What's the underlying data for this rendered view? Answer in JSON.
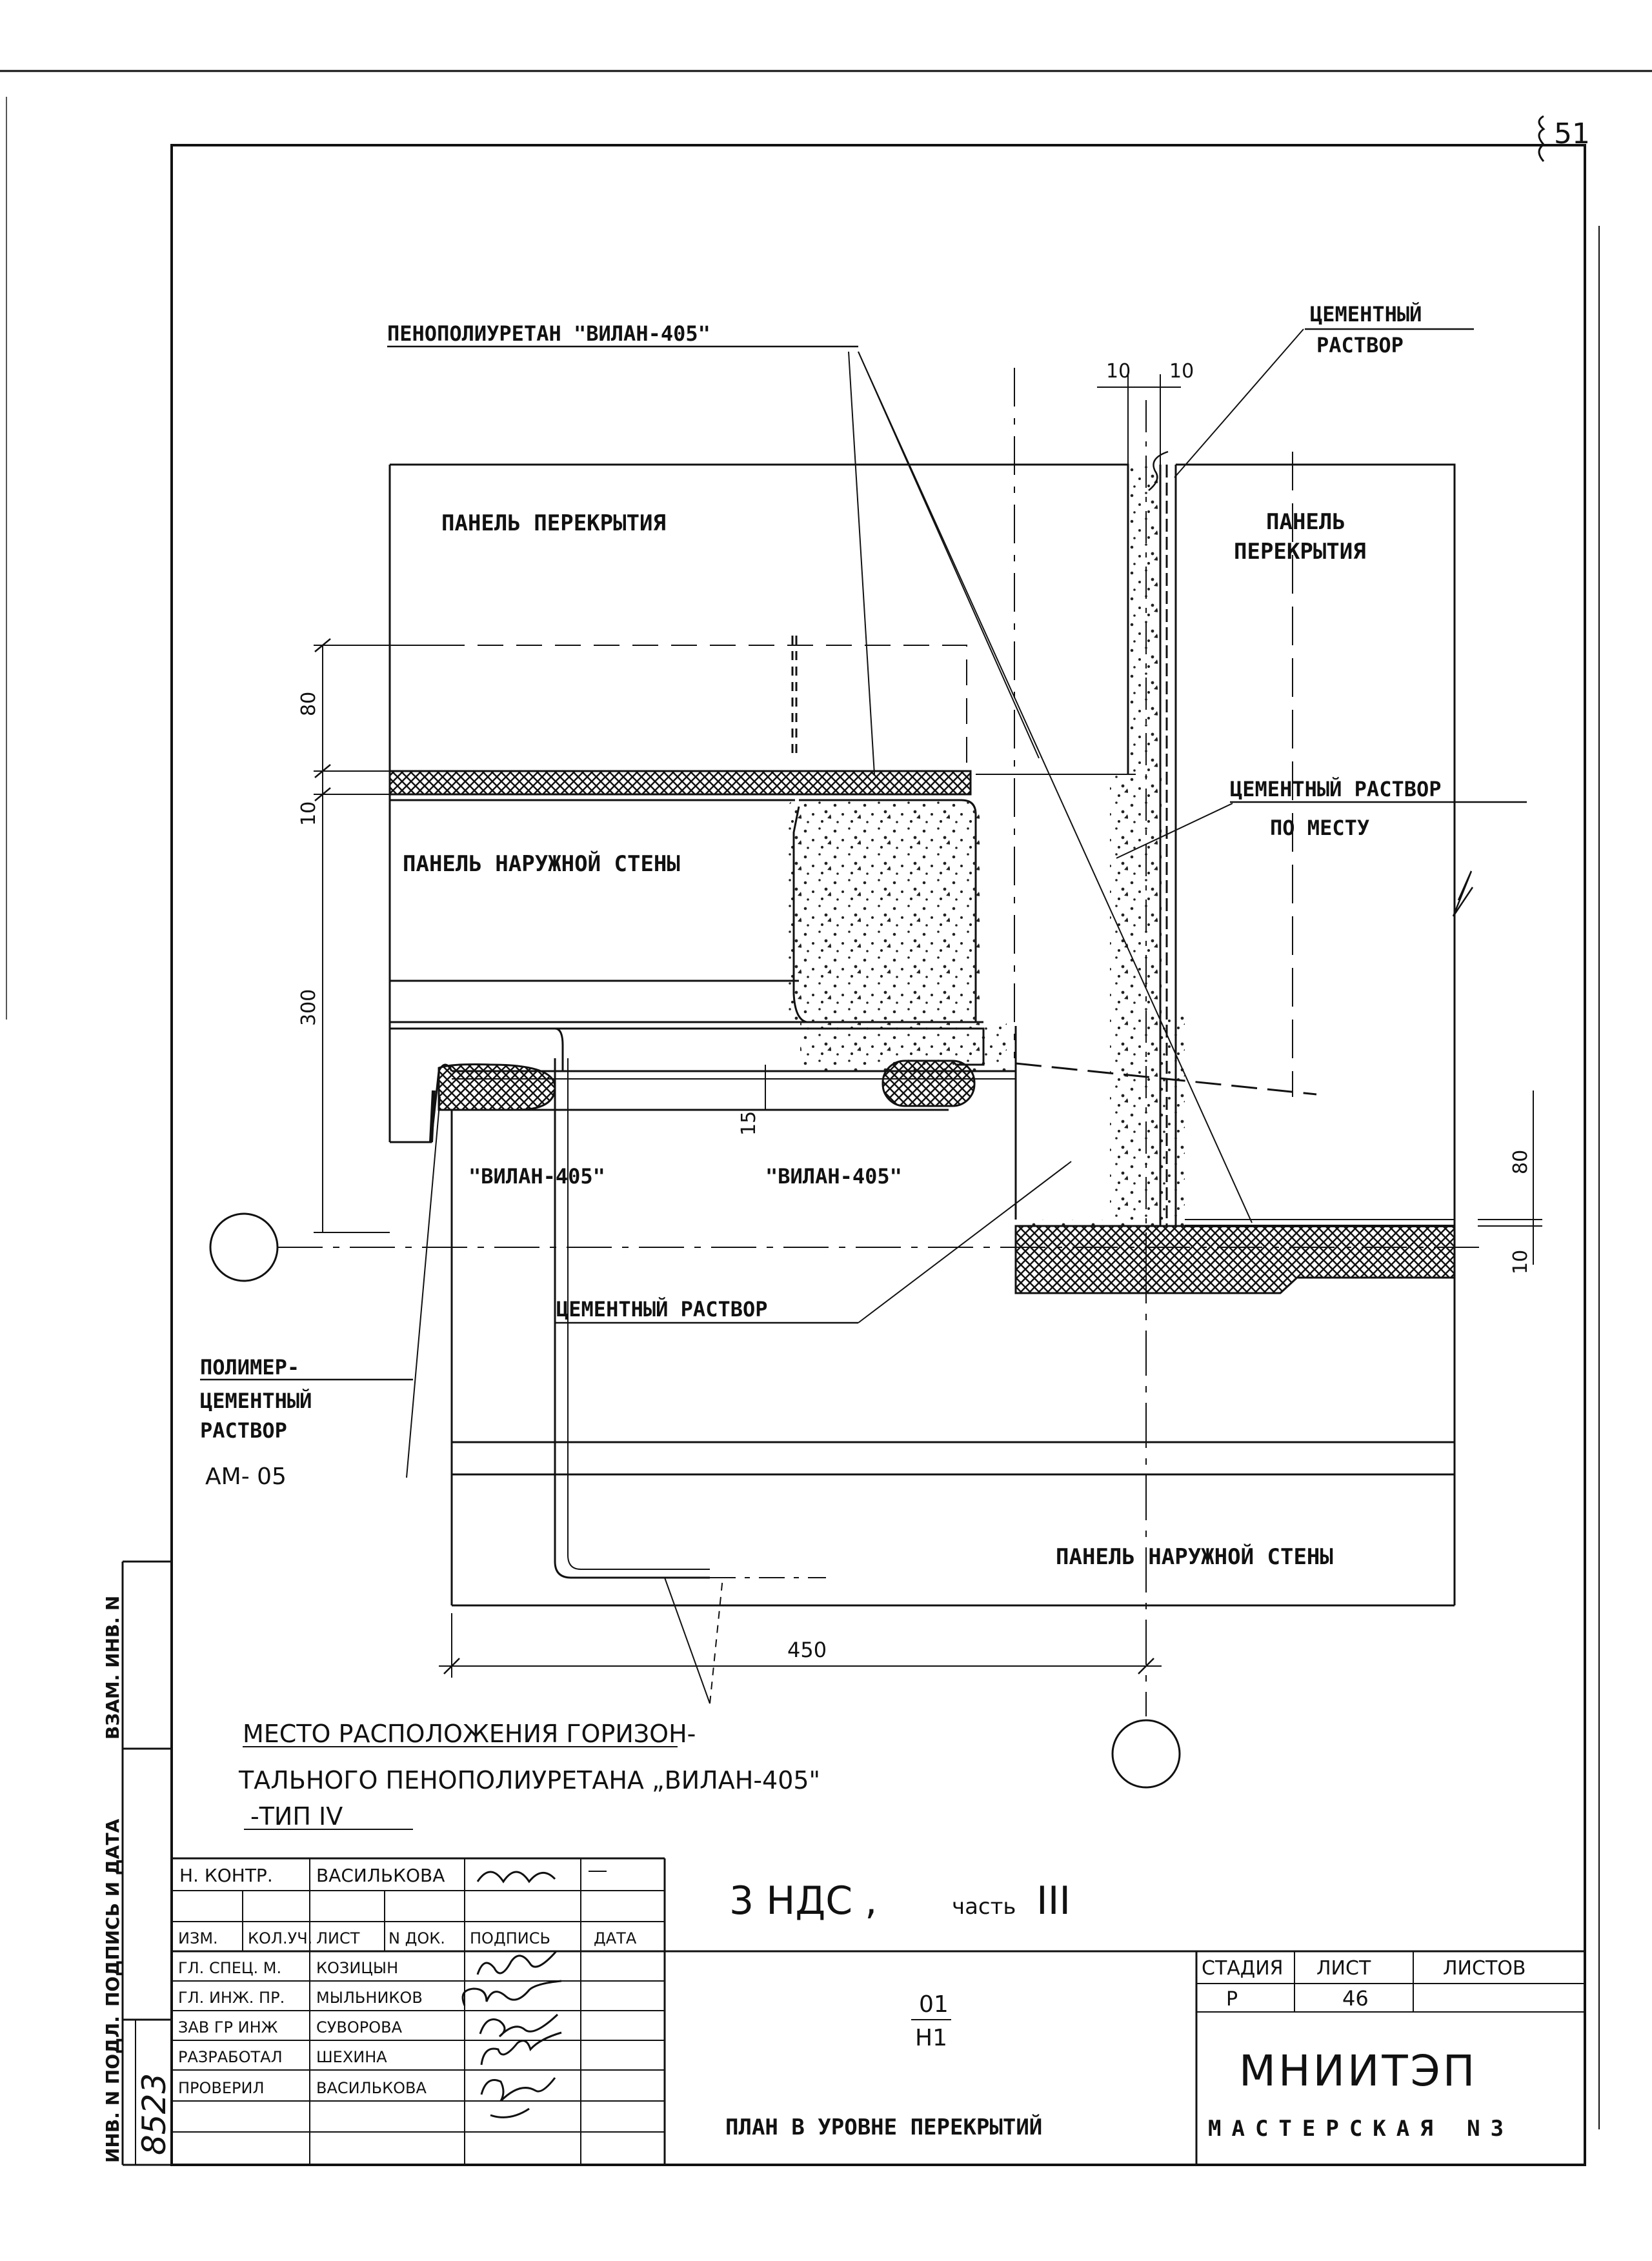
{
  "sheet_number": "51",
  "labels": {
    "foam_top": "ПЕНОПОЛИУРЕТАН \"ВИЛАН-405\"",
    "cement_top_1": "ЦЕМЕНТНЫЙ",
    "cement_top_2": "РАСТВОР",
    "floor_panel_left": "ПАНЕЛЬ ПЕРЕКРЫТИЯ",
    "floor_panel_right_1": "ПАНЕЛЬ",
    "floor_panel_right_2": "ПЕРЕКРЫТИЯ",
    "outer_wall_top": "ПАНЕЛЬ НАРУЖНОЙ СТЕНЫ",
    "cement_in_place_1": "ЦЕМЕНТНЫЙ РАСТВОР",
    "cement_in_place_2": "ПО МЕСТУ",
    "vilan_left": "\"ВИЛАН-405\"",
    "vilan_right": "\"ВИЛАН-405\"",
    "cement_mid": "ЦЕМЕНТНЫЙ РАСТВОР",
    "polymer_1": "ПОЛИМЕР-",
    "polymer_2": "ЦЕМЕНТНЫЙ",
    "polymer_3": "РАСТВОР",
    "polymer_4": "АМ- 05",
    "outer_wall_bottom": "ПАНЕЛЬ НАРУЖНОЙ СТЕНЫ",
    "note_1": "МЕСТО РАСПОЛОЖЕНИЯ ГОРИЗОН-",
    "note_2": "ТАЛЬНОГО ПЕНОПОЛИУРЕТАНА „ВИЛАН-405\"",
    "note_3": "-ТИП IV"
  },
  "dimensions": {
    "d10a": "10",
    "d10b": "10",
    "d80_left": "80",
    "d10_left": "10",
    "d300": "300",
    "d15": "15",
    "d80_right": "80",
    "d10_right": "10",
    "d450": "450"
  },
  "side_stamps": {
    "inv_vzam": "ВЗАМ. ИНВ. N",
    "sign_date": "ПОДПИСЬ И ДАТА",
    "inv_podl": "ИНВ. N ПОДЛ.",
    "inv_number": "8523"
  },
  "title_block": {
    "project": "3 НДС ,",
    "part_word": "часть",
    "part_num": "III",
    "code_top": "01",
    "code_bottom": "Н1",
    "sheet_title": "ПЛАН В УРОВНЕ ПЕРЕКРЫТИЙ",
    "stage_header": "СТАДИЯ",
    "sheet_header": "ЛИСТ",
    "sheets_header": "ЛИСТОВ",
    "stage_value": "Р",
    "sheet_value": "46",
    "sheets_value": "",
    "org_name": "МНИИТЭП",
    "org_sub": "МАСТЕРСКАЯ N3",
    "col_headers": [
      "ИЗМ.",
      "КОЛ.УЧ.",
      "ЛИСТ",
      "N ДОК.",
      "ПОДПИСЬ",
      "ДАТА"
    ],
    "norm_control_role": "Н. КОНТР.",
    "norm_control_name": "ВАСИЛЬКОВА",
    "staff": [
      {
        "role": "ГЛ. СПЕЦ. М.",
        "name": "КОЗИЦЫН"
      },
      {
        "role": "ГЛ. ИНЖ. ПР.",
        "name": "МЫЛЬНИКОВ"
      },
      {
        "role": "ЗАВ ГР ИНЖ",
        "name": "СУВОРОВА"
      },
      {
        "role": "РАЗРАБОТАЛ",
        "name": "ШЕХИНА"
      },
      {
        "role": "ПРОВЕРИЛ",
        "name": "ВАСИЛЬКОВА"
      }
    ]
  }
}
